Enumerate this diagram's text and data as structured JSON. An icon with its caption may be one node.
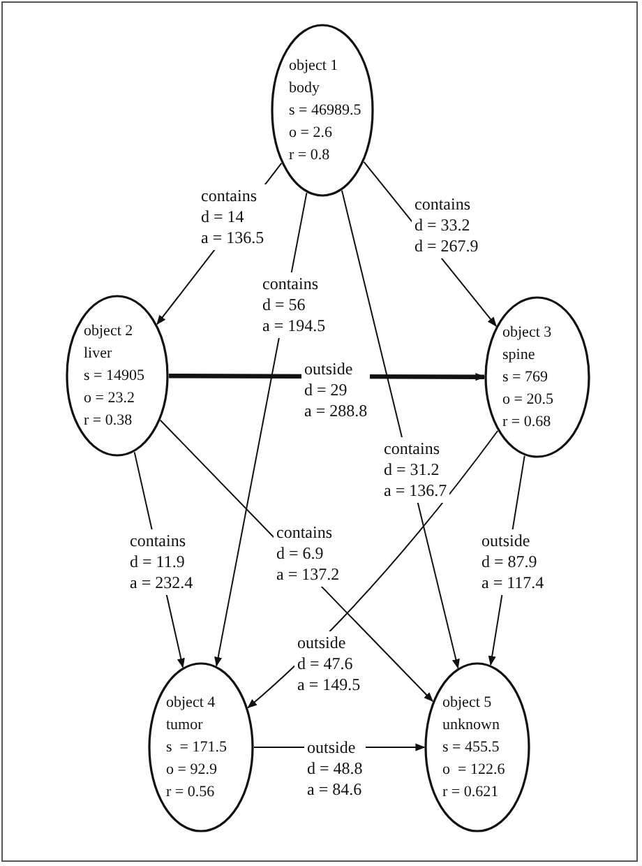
{
  "diagram": {
    "nodes": [
      {
        "text": [
          "object 1",
          "body",
          "s = 46989.5",
          "o = 2.6",
          "r = 0.8"
        ]
      },
      {
        "text": [
          "object 2",
          "liver",
          "s = 14905",
          "o = 23.2",
          "r = 0.38"
        ]
      },
      {
        "text": [
          "object 3",
          "spine",
          "s = 769",
          "o = 20.5",
          "r = 0.68"
        ]
      },
      {
        "text": [
          "object 4",
          "tumor",
          "s  = 171.5",
          "o = 92.9",
          "r = 0.56"
        ]
      },
      {
        "text": [
          "object 5",
          "unknown",
          "s = 455.5",
          "o  = 122.6",
          "r = 0.621"
        ]
      }
    ],
    "edges": [
      {
        "from": 0,
        "to": 1,
        "arrow": "to",
        "label": "contains d = 14 a = 136.5"
      },
      {
        "from": 0,
        "to": 2,
        "arrow": "to",
        "label": "contains d = 33.2 d = 267.9"
      },
      {
        "from": 0,
        "to": 3,
        "arrow": "to",
        "label": "contains d = 56 a = 194.5"
      },
      {
        "from": 0,
        "to": 4,
        "arrow": "to",
        "label": "contains d = 31.2 a = 136.7"
      },
      {
        "from": 1,
        "to": 2,
        "arrow": "to",
        "label": "outside d = 29 a = 288.8",
        "style": "thick"
      },
      {
        "from": 1,
        "to": 3,
        "arrow": "to",
        "label": "contains d = 11.9 a = 232.4"
      },
      {
        "from": 1,
        "to": 4,
        "arrow": "to",
        "label": "contains d = 6.9 a = 137.2"
      },
      {
        "from": 2,
        "to": 3,
        "arrow": "to",
        "label": "outside d = 47.6 a = 149.5"
      },
      {
        "from": 2,
        "to": 4,
        "arrow": "to",
        "label": "outside d = 87.9 a = 117.4"
      },
      {
        "from": 3,
        "to": 4,
        "arrow": "to",
        "label": "outside d = 48.8 a = 84.6"
      }
    ]
  }
}
